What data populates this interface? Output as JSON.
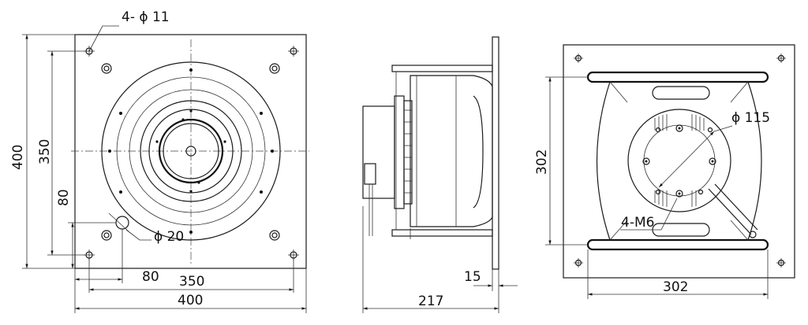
{
  "front_view": {
    "hole_callout": "4- ϕ 11",
    "center_hole_callout": "ϕ 20",
    "dim_width_overall": "400",
    "dim_width_holes": "350",
    "dim_offset_x": "80",
    "dim_height_overall": "400",
    "dim_height_holes": "350",
    "dim_offset_y": "80"
  },
  "side_view": {
    "dim_depth": "217",
    "dim_flange": "15"
  },
  "rear_view": {
    "motor_callout": "ϕ 115",
    "thread_callout": "4-M6",
    "dim_width": "302",
    "dim_height": "302"
  }
}
